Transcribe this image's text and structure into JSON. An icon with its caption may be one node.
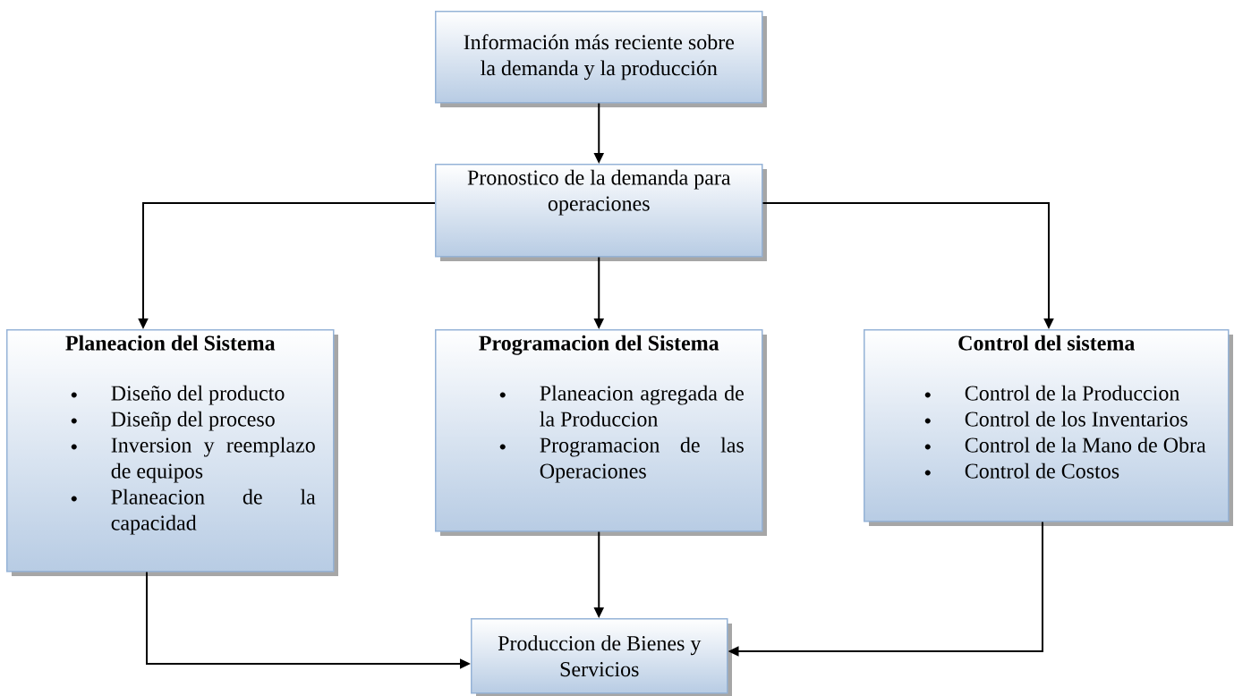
{
  "diagram": {
    "nodes": [
      {
        "text": [
          "Información más reciente sobre la demanda y la producción"
        ]
      },
      {
        "text": [
          "Pronostico de la demanda para operaciones"
        ]
      },
      {
        "text": [
          "Planeacion del Sistema",
          "Diseño del producto",
          "Diseñp del proceso",
          "Inversion y reemplazo de equipos",
          "Planeacion de la capacidad"
        ]
      },
      {
        "text": [
          "Programacion del Sistema",
          "Planeacion agregada de la Produccion",
          "Programacion de las Operaciones"
        ]
      },
      {
        "text": [
          "Control del sistema",
          "Control de la Produccion",
          "Control de los Inventarios",
          "Control de la Mano de Obra",
          "Control de Costos"
        ]
      },
      {
        "text": [
          "Produccion de Bienes y Servicios"
        ]
      }
    ],
    "edges": [
      {
        "from": 0,
        "to": 1,
        "arrow": "to"
      },
      {
        "from": 1,
        "to": 2,
        "arrow": "to"
      },
      {
        "from": 1,
        "to": 3,
        "arrow": "to"
      },
      {
        "from": 1,
        "to": 4,
        "arrow": "to"
      },
      {
        "from": 2,
        "to": 5,
        "arrow": "to"
      },
      {
        "from": 3,
        "to": 5,
        "arrow": "to"
      },
      {
        "from": 4,
        "to": 5,
        "arrow": "to"
      }
    ]
  }
}
